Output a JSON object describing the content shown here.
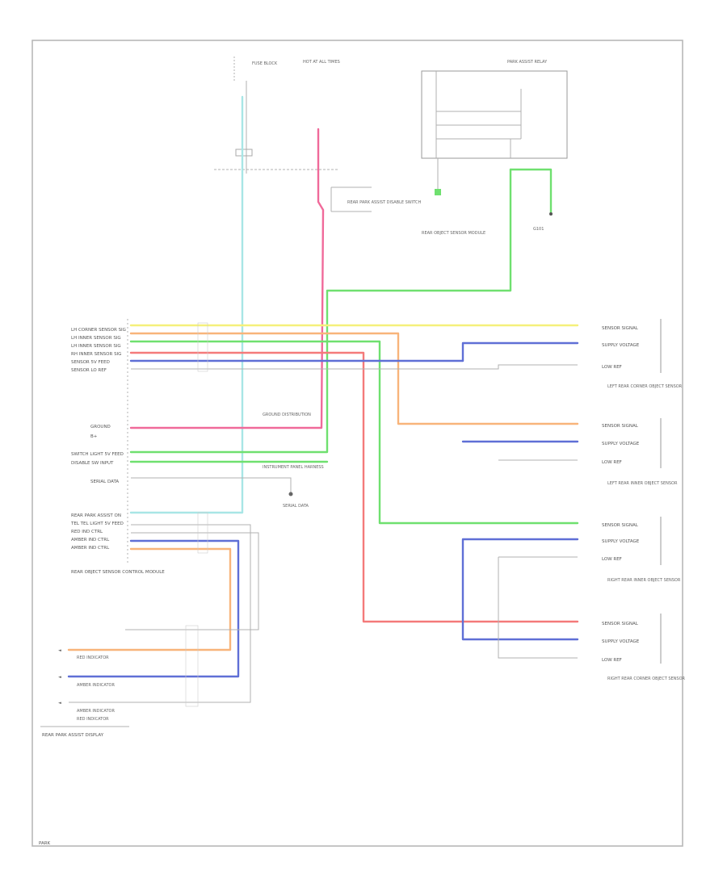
{
  "corner_label": "PARK",
  "colors": {
    "yellow": "#f5f07a",
    "orange": "#f8b47a",
    "green": "#6fe06f",
    "red": "#f47a7a",
    "blue": "#5f6fd6",
    "cyan": "#a8e6e6",
    "pink": "#f06a9a",
    "gray": "#a0a0a0"
  },
  "top": {
    "fuse_label": "FUSE BLOCK",
    "hot_label": "HOT AT ALL TIMES",
    "relay_label": "PARK ASSIST RELAY",
    "ground_label": "G101",
    "switch_label": "REAR PARK ASSIST DISABLE SWITCH",
    "module_note": "REAR OBJECT SENSOR MODULE"
  },
  "module_pins": [
    "LH CORNER SENSOR SIG",
    "LH INNER SENSOR SIG",
    "LH INNER SENSOR SIG",
    "RH INNER SENSOR SIG",
    "SENSOR 5V FEED",
    "SENSOR LO REF",
    "GROUND",
    "B+",
    "SWITCH LIGHT 5V FEED",
    "DISABLE SW INPUT",
    "SERIAL DATA",
    "REAR PARK ASSIST ON",
    "TEL TEL LIGHT 5V FEED",
    "RED IND CTRL",
    "AMBER IND CTRL",
    "AMBER IND CTRL"
  ],
  "module_name": "REAR OBJECT SENSOR CONTROL MODULE",
  "display_name": "REAR PARK ASSIST DISPLAY",
  "sensors": [
    {
      "name": "LEFT REAR CORNER OBJECT SENSOR",
      "pins": [
        "SENSOR SIGNAL",
        "SUPPLY VOLTAGE",
        "LOW REF"
      ]
    },
    {
      "name": "LEFT REAR INNER OBJECT SENSOR",
      "pins": [
        "SENSOR SIGNAL",
        "SUPPLY VOLTAGE",
        "LOW REF"
      ]
    },
    {
      "name": "RIGHT REAR INNER OBJECT SENSOR",
      "pins": [
        "SENSOR SIGNAL",
        "SUPPLY VOLTAGE",
        "LOW REF"
      ]
    },
    {
      "name": "RIGHT REAR CORNER OBJECT SENSOR",
      "pins": [
        "SENSOR SIGNAL",
        "SUPPLY VOLTAGE",
        "LOW REF"
      ]
    }
  ],
  "bottom_leds": [
    "RED INDICATOR",
    "AMBER INDICATOR",
    "AMBER INDICATOR",
    "RED INDICATOR"
  ],
  "notes": {
    "ground_note": "GROUND DISTRIBUTION",
    "splice_note": "INSTRUMENT PANEL HARNESS",
    "data_note": "SERIAL DATA"
  }
}
